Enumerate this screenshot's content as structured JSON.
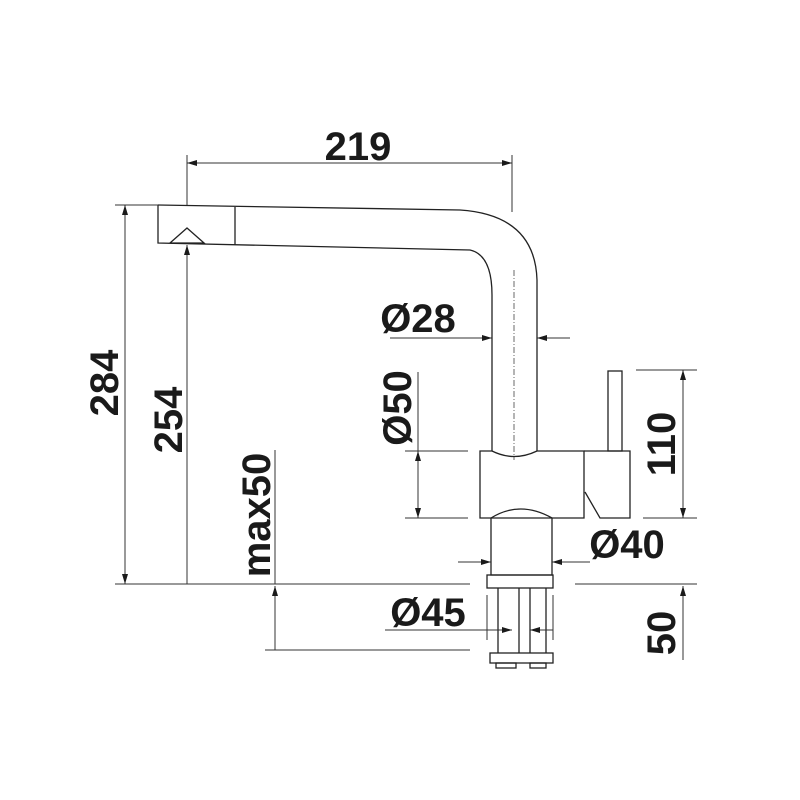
{
  "title": "Faucet dimension drawing",
  "dimensions": {
    "spout_reach": "219",
    "total_height": "284",
    "spout_height": "254",
    "max_deck_thickness": "max50",
    "spout_diameter": "Ø28",
    "body_diameter": "Ø50",
    "lever_height": "110",
    "base_diameter": "Ø40",
    "mounting_hole": "Ø45",
    "shank_length": "50"
  },
  "colors": {
    "line": "#222222",
    "background": "#ffffff"
  }
}
